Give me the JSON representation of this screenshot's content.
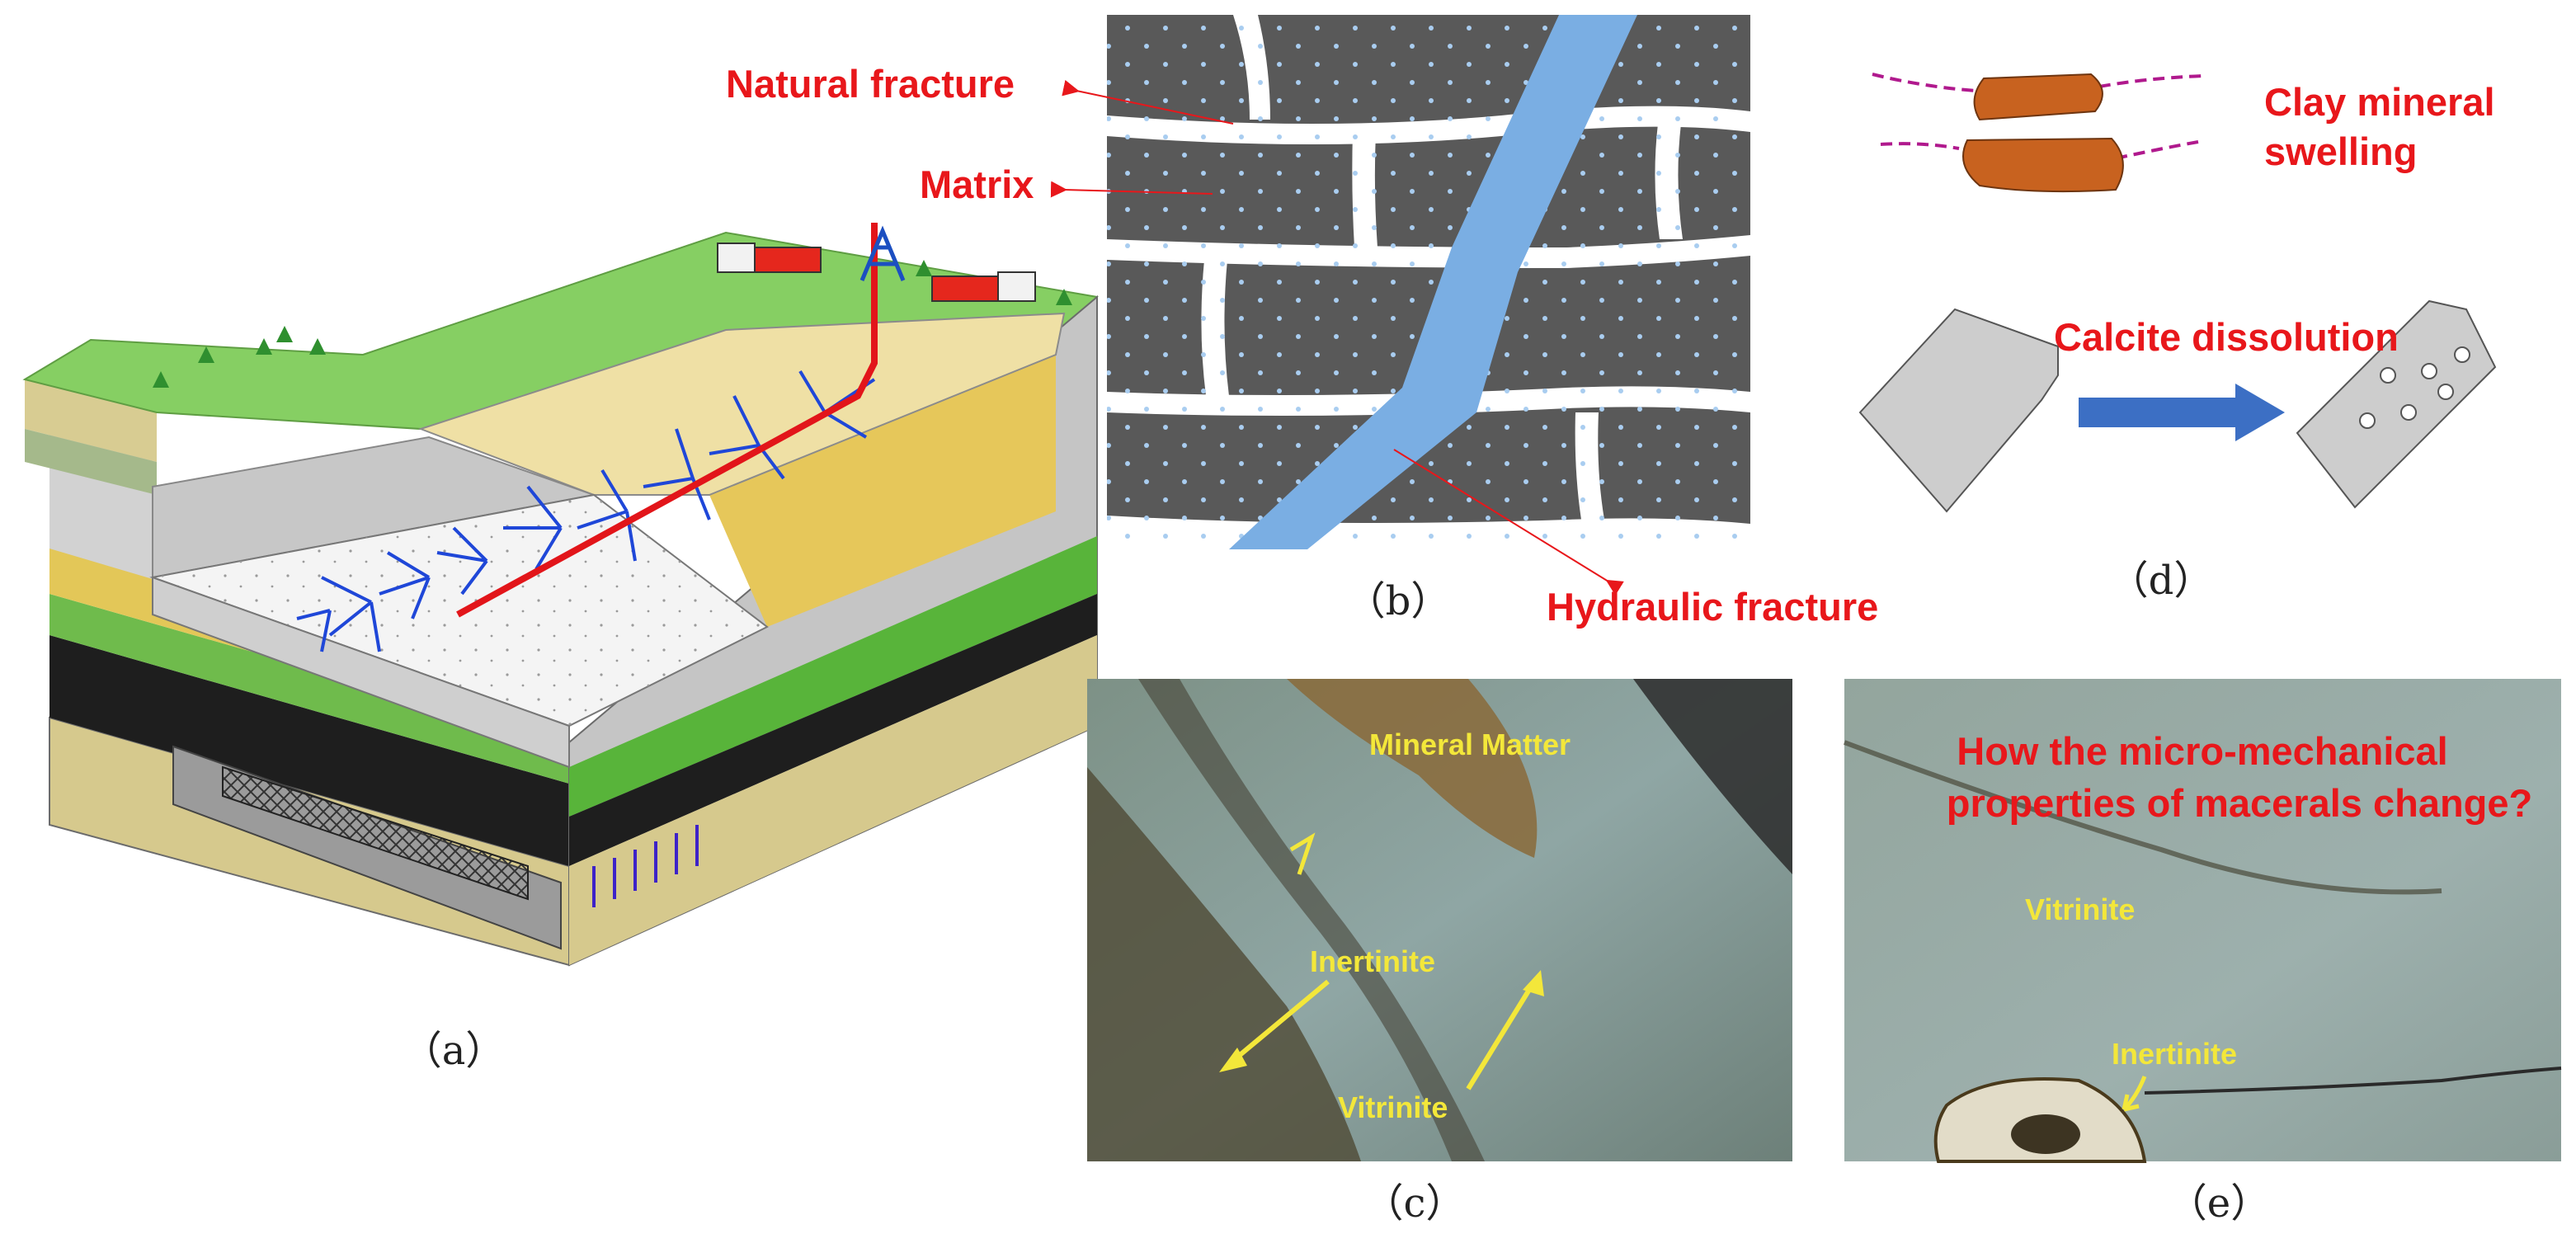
{
  "panels": {
    "a": {
      "caption": "（a）"
    },
    "b": {
      "caption": "（b）",
      "labels": {
        "natural_fracture": "Natural fracture",
        "matrix": "Matrix",
        "hydraulic_fracture": "Hydraulic fracture"
      }
    },
    "c": {
      "caption": "（c）",
      "labels": {
        "mineral_matter": "Mineral Matter",
        "inertinite": "Inertinite",
        "vitrinite": "Vitrinite"
      }
    },
    "d": {
      "caption": "（d）",
      "labels": {
        "clay_line1": "Clay mineral",
        "clay_line2": "swelling",
        "calcite": "Calcite dissolution"
      }
    },
    "e": {
      "caption": "（e）",
      "labels": {
        "question_line1": "How the micro-mechanical",
        "question_line2": "properties of macerals change?",
        "vitrinite": "Vitrinite",
        "inertinite": "Inertinite"
      }
    }
  },
  "colors": {
    "label_red": "#e8171b",
    "label_yellow": "#f3e73a",
    "fracture_blue": "#7aaee3",
    "matrix_gray": "#5b5b5b",
    "clay_brown": "#c8621f",
    "arrow_blue": "#3c6fc4",
    "grass_green": "#7fc65a"
  }
}
